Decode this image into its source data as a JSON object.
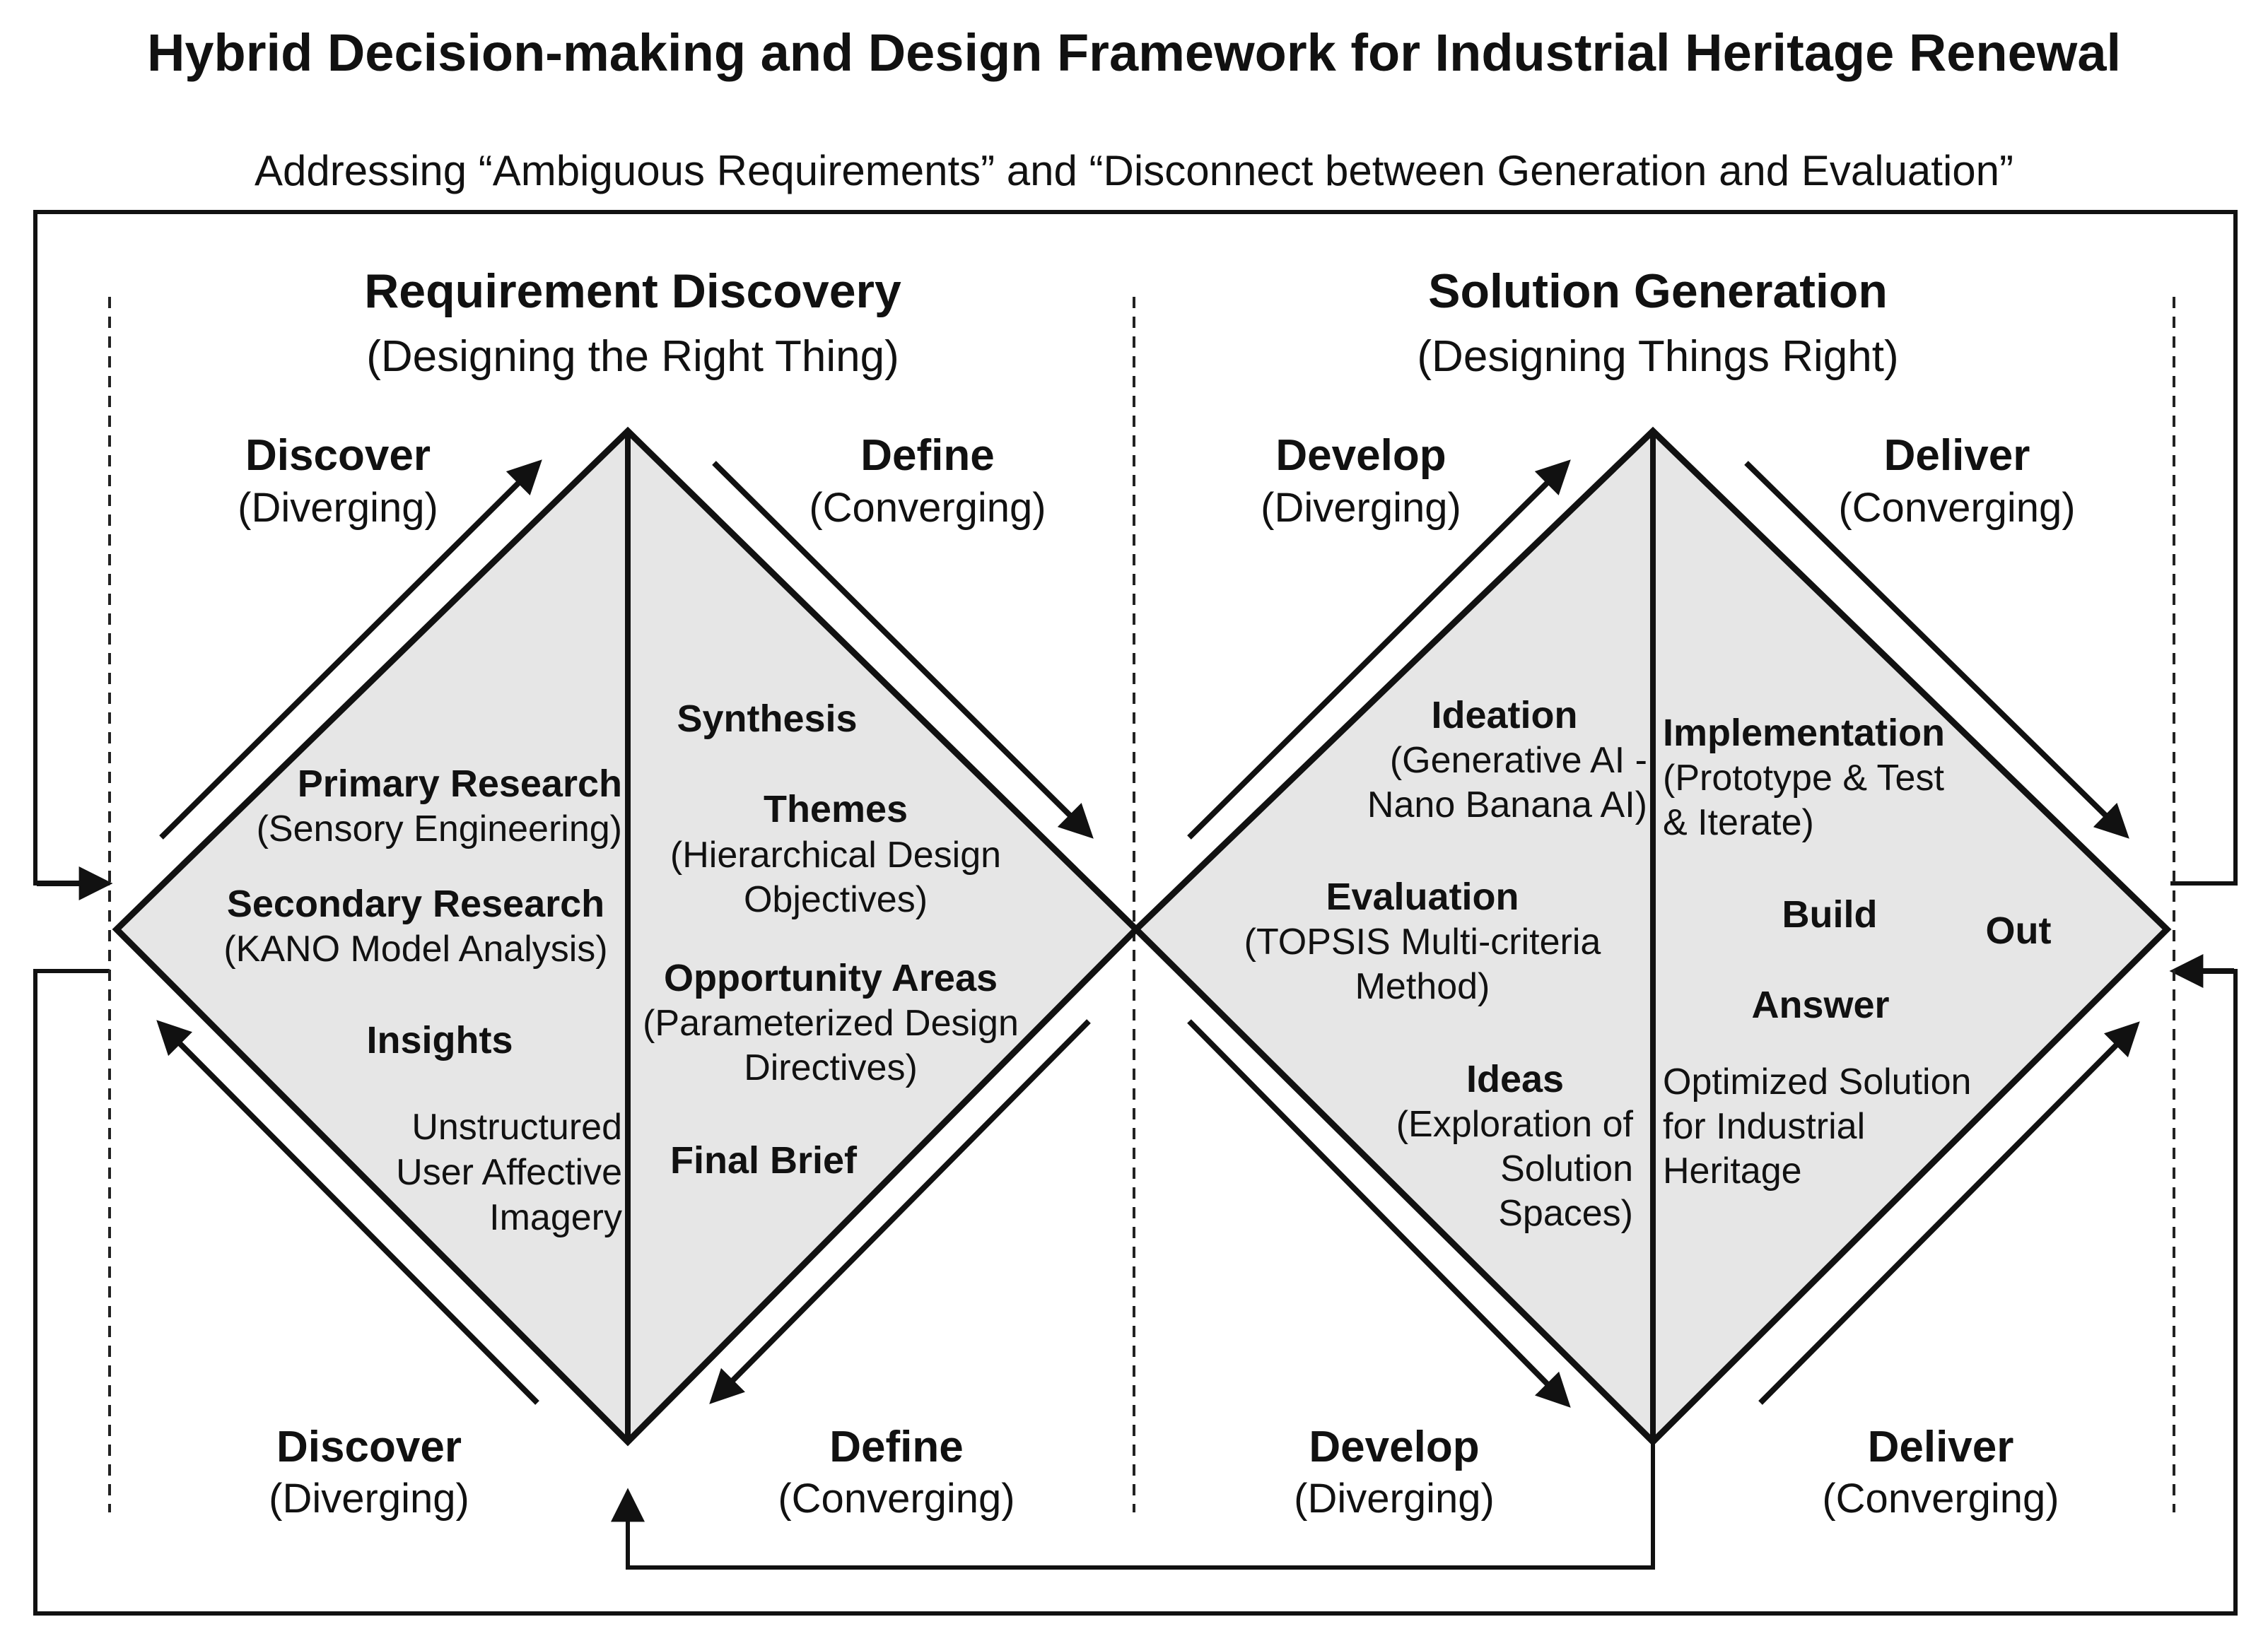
{
  "title": "Hybrid Decision-making and Design Framework for Industrial Heritage Renewal",
  "subtitle": "Addressing “Ambiguous Requirements” and “Disconnect between Generation and Evaluation”",
  "requirement_discovery": {
    "heading": "Requirement Discovery",
    "subheading": "(Designing the Right Thing)",
    "discover_top": {
      "label": "Discover",
      "sub": "(Diverging)"
    },
    "define_top": {
      "label": "Define",
      "sub": "(Converging)"
    },
    "discover_bottom": {
      "label": "Discover",
      "sub": "(Diverging)"
    },
    "define_bottom": {
      "label": "Define",
      "sub": "(Converging)"
    },
    "left_half": {
      "primary_research": "Primary Research",
      "primary_research_sub": "(Sensory Engineering)",
      "secondary_research": "Secondary Research",
      "secondary_research_sub": "(KANO Model Analysis)",
      "insights": "Insights",
      "imagery_1": "Unstructured",
      "imagery_2": "User Affective",
      "imagery_3": "Imagery"
    },
    "right_half": {
      "synthesis": "Synthesis",
      "themes": "Themes",
      "themes_sub_1": "(Hierarchical Design",
      "themes_sub_2": "Objectives)",
      "opportunity_areas": "Opportunity Areas",
      "opportunity_sub_1": "(Parameterized Design",
      "opportunity_sub_2": "Directives)",
      "final_brief": "Final Brief"
    }
  },
  "solution_generation": {
    "heading": "Solution Generation",
    "subheading": "(Designing Things Right)",
    "develop_top": {
      "label": "Develop",
      "sub": "(Diverging)"
    },
    "deliver_top": {
      "label": "Deliver",
      "sub": "(Converging)"
    },
    "develop_bottom": {
      "label": "Develop",
      "sub": "(Diverging)"
    },
    "deliver_bottom": {
      "label": "Deliver",
      "sub": "(Converging)"
    },
    "left_half": {
      "ideation": "Ideation",
      "ideation_sub_1": "(Generative AI -",
      "ideation_sub_2": "Nano Banana AI)",
      "evaluation": "Evaluation",
      "evaluation_sub_1": "(TOPSIS Multi-criteria",
      "evaluation_sub_2": "Method)",
      "ideas": "Ideas",
      "ideas_sub_1": "(Exploration of",
      "ideas_sub_2": "Solution",
      "ideas_sub_3": "Spaces)"
    },
    "right_half": {
      "implementation": "Implementation",
      "implementation_sub_1": "(Prototype & Test",
      "implementation_sub_2": "& Iterate)",
      "build": "Build",
      "out": "Out",
      "answer": "Answer",
      "solution_1": "Optimized Solution",
      "solution_2": "for Industrial",
      "solution_3": "Heritage"
    }
  }
}
